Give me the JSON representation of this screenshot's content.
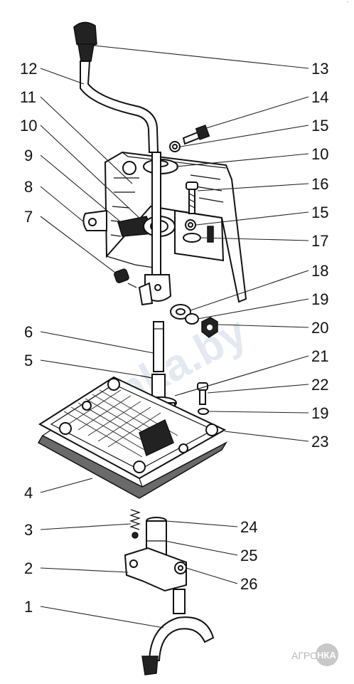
{
  "labels_left": [
    "12",
    "11",
    "10",
    "9",
    "8",
    "7",
    "6",
    "5",
    "4",
    "3",
    "2",
    "1"
  ],
  "labels_right": [
    "13",
    "14",
    "15",
    "10",
    "16",
    "15",
    "17",
    "18",
    "19",
    "20",
    "21",
    "22",
    "19",
    "23",
    "24",
    "25",
    "26"
  ],
  "watermark": "nka.by",
  "logo": {
    "text": "АГРО",
    "badge": "НКА"
  },
  "corner_mark": "'"
}
